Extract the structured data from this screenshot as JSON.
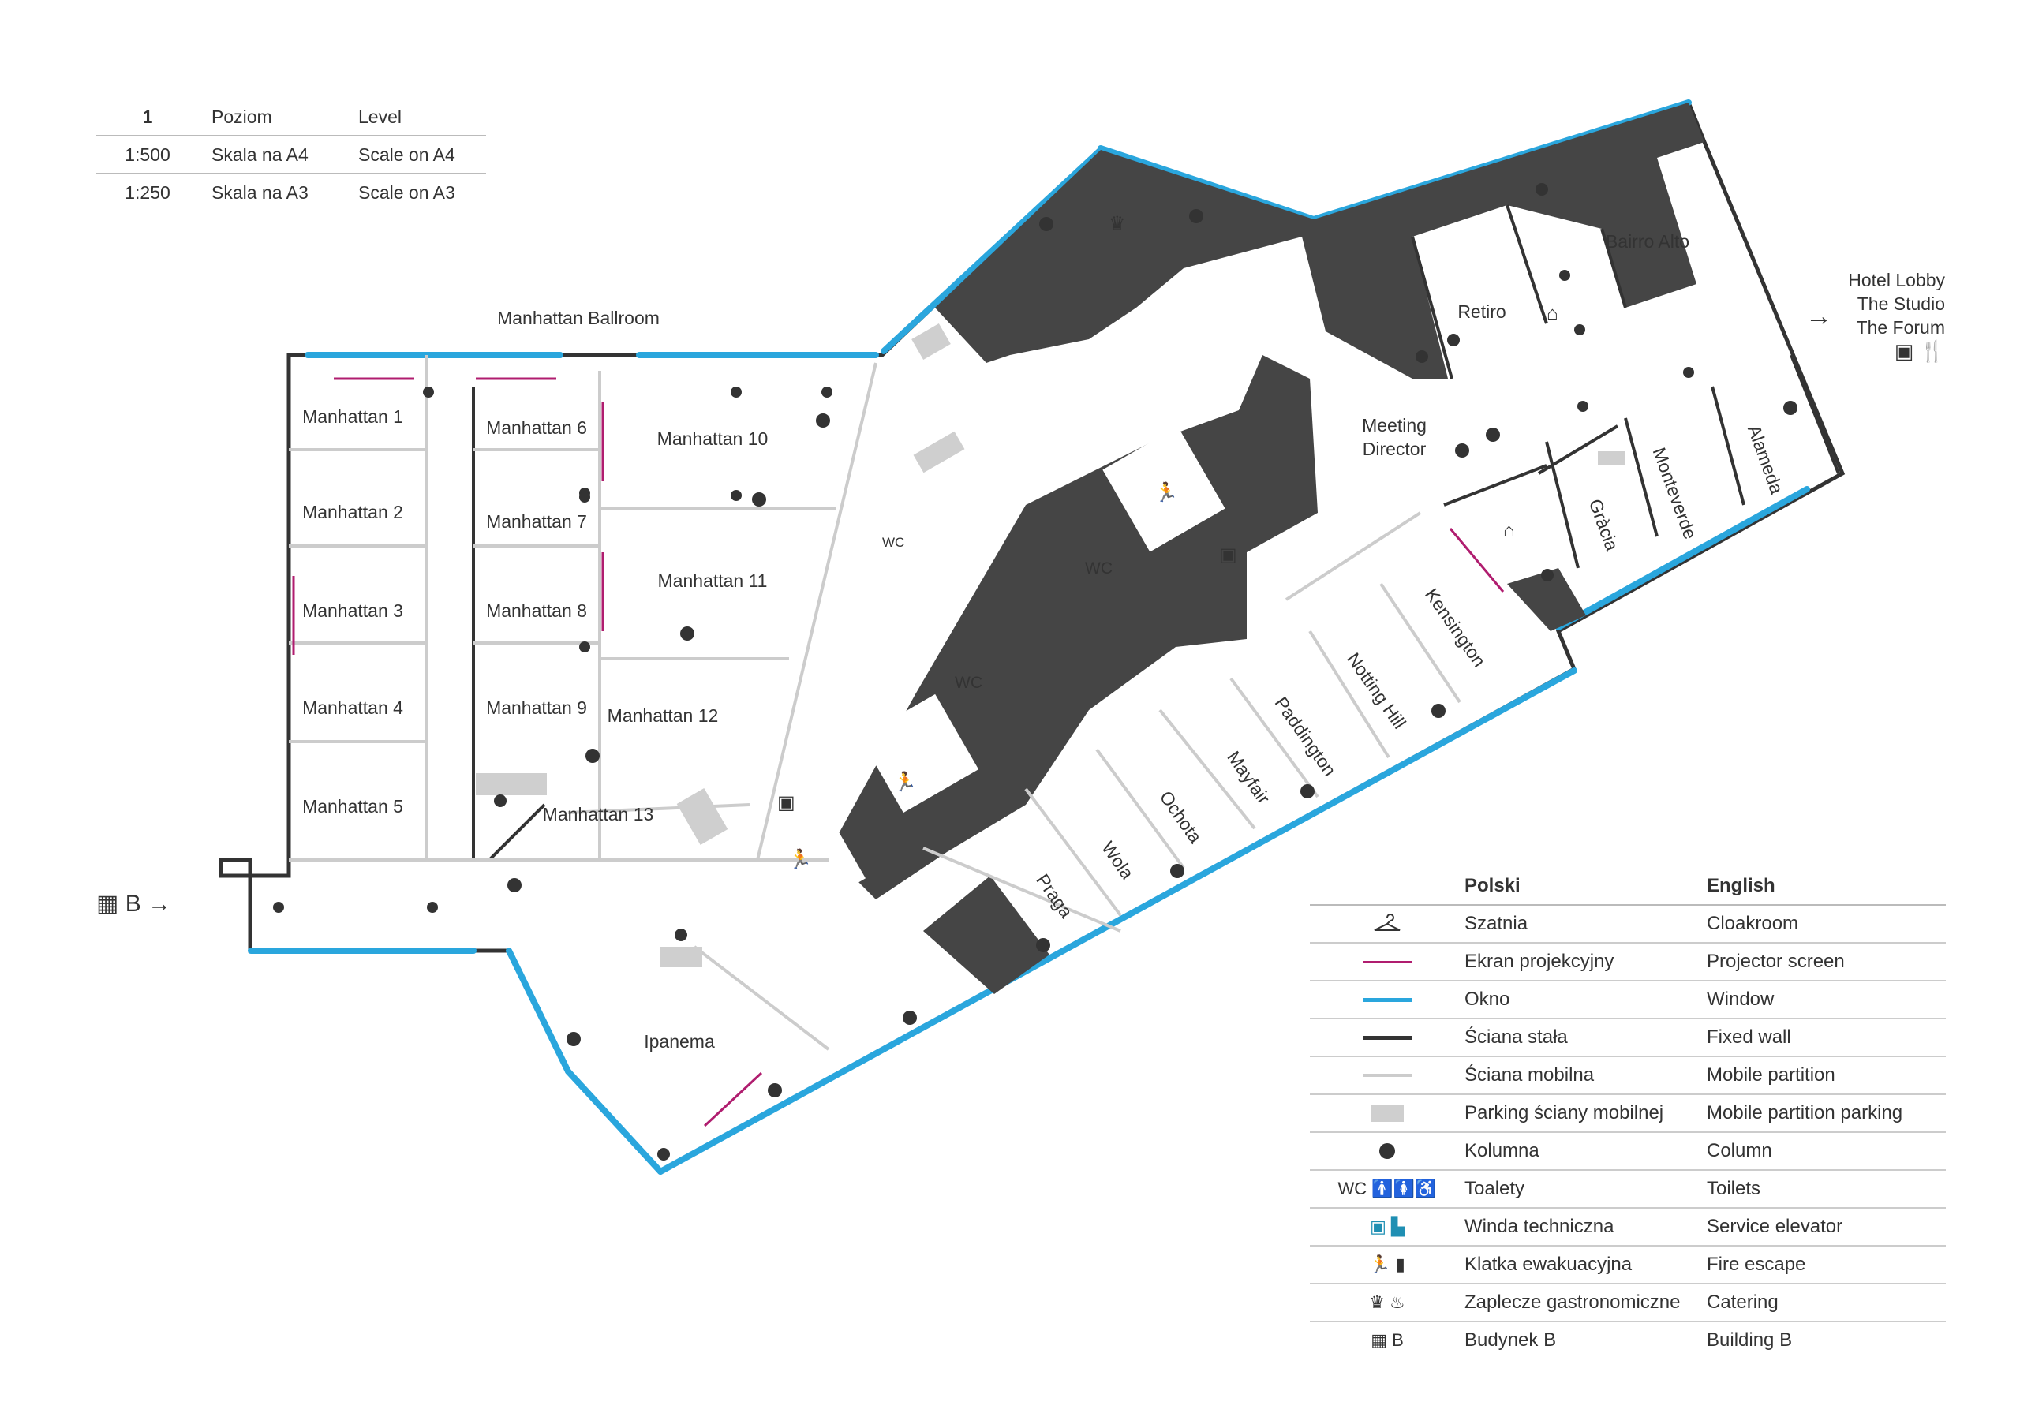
{
  "scale_table": {
    "header": {
      "number": "1",
      "pl": "Poziom",
      "en": "Level"
    },
    "rows": [
      {
        "ratio": "1:500",
        "pl": "Skala na A4",
        "en": "Scale on A4"
      },
      {
        "ratio": "1:250",
        "pl": "Skala na A3",
        "en": "Scale on A3"
      }
    ]
  },
  "labels": {
    "ballroom": "Manhattan Ballroom",
    "m1": "Manhattan 1",
    "m2": "Manhattan 2",
    "m3": "Manhattan 3",
    "m4": "Manhattan 4",
    "m5": "Manhattan 5",
    "m6": "Manhattan 6",
    "m7": "Manhattan 7",
    "m8": "Manhattan 8",
    "m9": "Manhattan 9",
    "m10": "Manhattan 10",
    "m11": "Manhattan 11",
    "m12": "Manhattan 12",
    "m13": "Manhattan 13",
    "ipanema": "Ipanema",
    "meeting": "Meeting",
    "director": "Director",
    "retiro": "Retiro",
    "bairro": "Bairro Alto",
    "gracia": "Gràcia",
    "monteverde": "Monteverde",
    "alameda": "Alameda",
    "kensington": "Kensington",
    "notting": "Notting Hill",
    "paddington": "Paddington",
    "mayfair": "Mayfair",
    "ochota": "Ochota",
    "wola": "Wola",
    "praga": "Praga",
    "wc": "WC"
  },
  "building_b": {
    "letter": "B",
    "arrow": "→"
  },
  "hotel": {
    "lines": [
      "Hotel Lobby",
      "The Studio",
      "The Forum"
    ],
    "arrow": "→"
  },
  "legend": {
    "header": {
      "pl": "Polski",
      "en": "English"
    },
    "rows": [
      {
        "icon": "cloakroom-icon",
        "pl": "Szatnia",
        "en": "Cloakroom"
      },
      {
        "icon": "projector-screen-line",
        "pl": "Ekran projekcyjny",
        "en": "Projector screen"
      },
      {
        "icon": "window-line",
        "pl": "Okno",
        "en": "Window"
      },
      {
        "icon": "fixed-wall-line",
        "pl": "Ściana stała",
        "en": "Fixed wall"
      },
      {
        "icon": "mobile-partition-line",
        "pl": "Ściana mobilna",
        "en": "Mobile partition"
      },
      {
        "icon": "partition-parking-rect",
        "pl": "Parking ściany mobilnej",
        "en": "Mobile partition parking"
      },
      {
        "icon": "column-dot",
        "pl": "Kolumna",
        "en": "Column"
      },
      {
        "icon": "toilets-icon",
        "pl": "Toalety",
        "en": "Toilets"
      },
      {
        "icon": "service-elevator-icon",
        "pl": "Winda techniczna",
        "en": "Service elevator"
      },
      {
        "icon": "fire-escape-icon",
        "pl": "Klatka ewakuacyjna",
        "en": "Fire escape"
      },
      {
        "icon": "catering-icon",
        "pl": "Zaplecze gastronomiczne",
        "en": "Catering"
      },
      {
        "icon": "building-icon",
        "pl": "Budynek B",
        "en": "Building B"
      }
    ]
  },
  "colors": {
    "window": "#2aa6dd",
    "wall": "#333333",
    "core": "#454545",
    "screen": "#b01d6f",
    "partition": "#cccccc",
    "parking": "#cfcfcf"
  }
}
